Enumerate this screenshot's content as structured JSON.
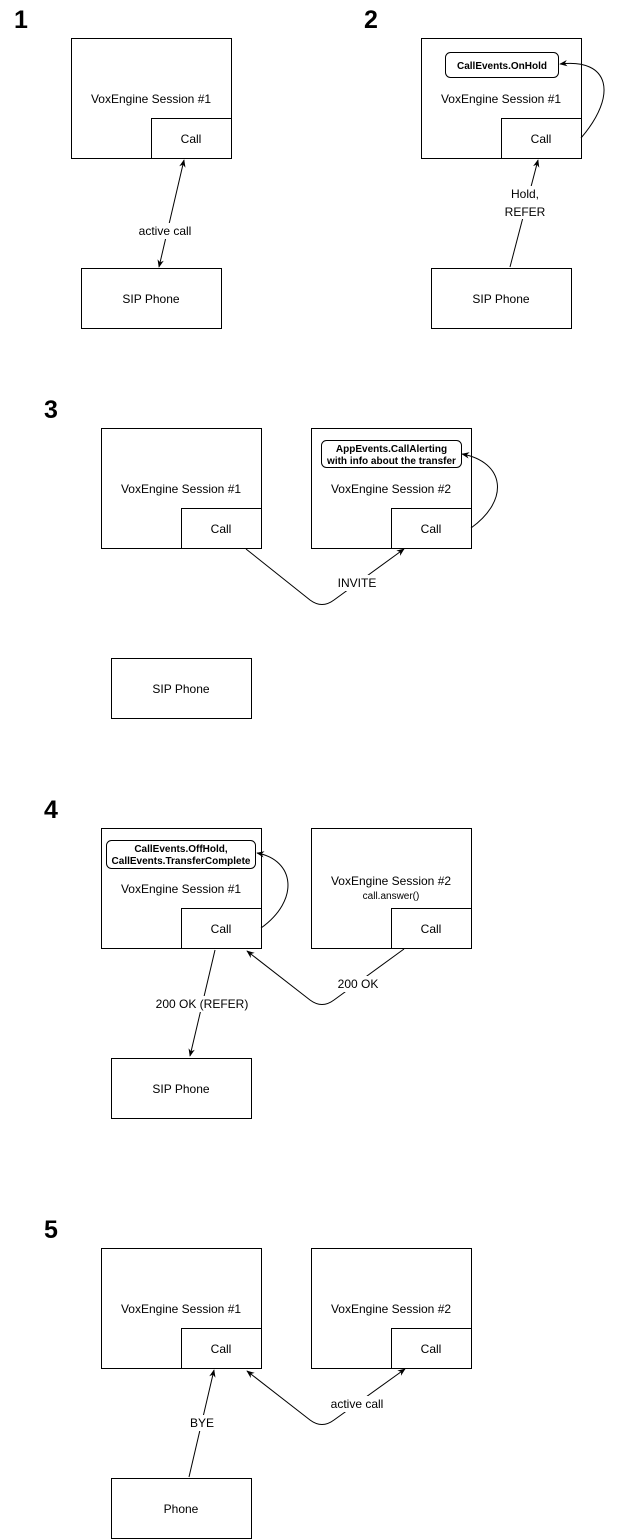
{
  "colors": {
    "line": "#000000",
    "background": "#ffffff"
  },
  "steps": [
    {
      "number": "1"
    },
    {
      "number": "2"
    },
    {
      "number": "3"
    },
    {
      "number": "4"
    },
    {
      "number": "5"
    }
  ],
  "labels": {
    "session1": "VoxEngine Session #1",
    "session2": "VoxEngine Session #2",
    "call": "Call",
    "sip_phone": "SIP Phone",
    "phone": "Phone",
    "call_answer": "call.answer()",
    "active_call": "active call",
    "hold": "Hold,",
    "refer": "REFER",
    "invite": "INVITE",
    "ok_refer": "200 OK (REFER)",
    "ok": "200 OK",
    "bye": "BYE"
  },
  "events": {
    "on_hold": "CallEvents.OnHold",
    "call_alerting_1": "AppEvents.CallAlerting",
    "call_alerting_2": "with info about the transfer",
    "off_hold": "CallEvents.OffHold,",
    "transfer_complete": "CallEvents.TransferComplete"
  }
}
